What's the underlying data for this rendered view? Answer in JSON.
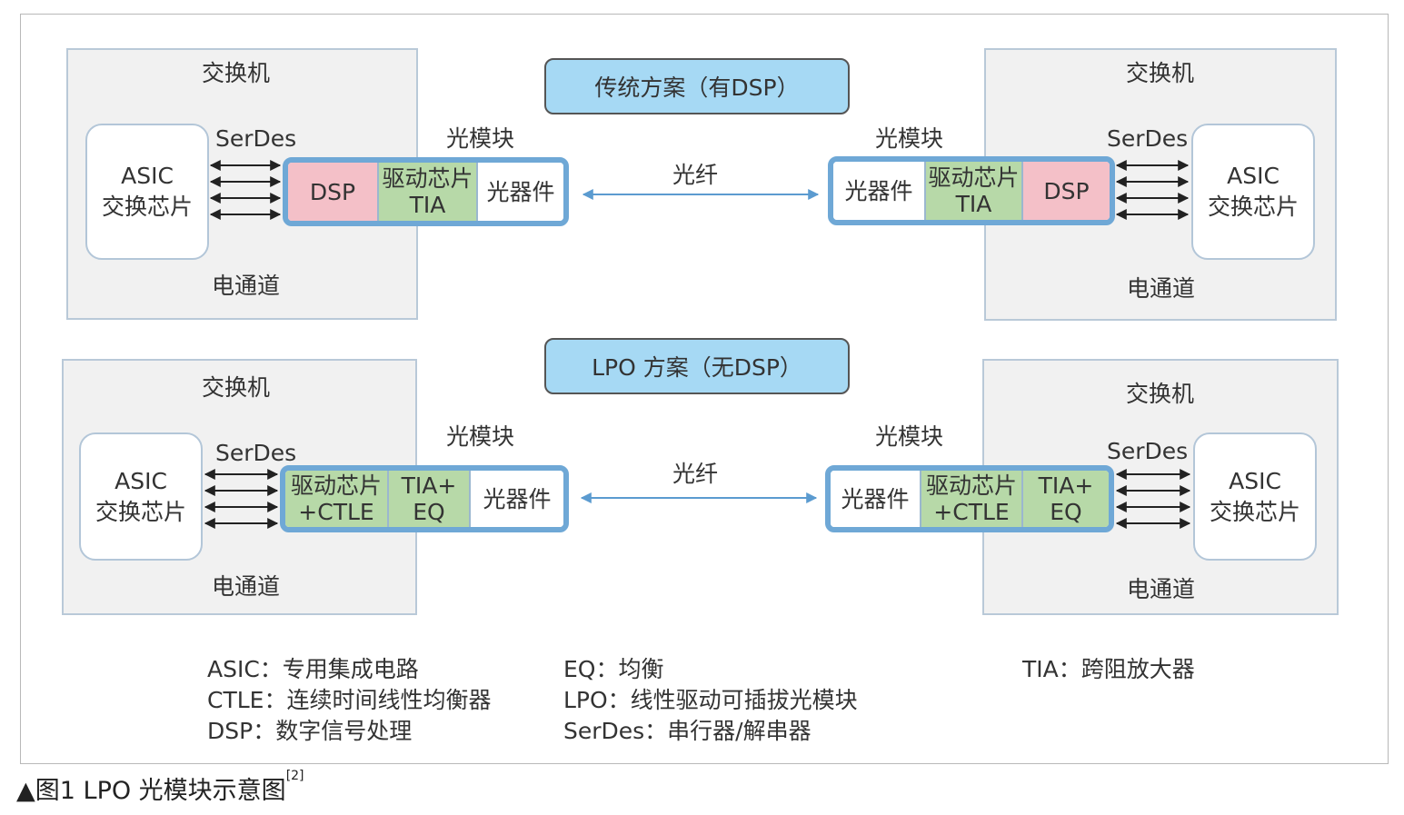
{
  "schemes": {
    "traditional": "传统方案（有DSP）",
    "lpo": "LPO 方案（无DSP）"
  },
  "labels": {
    "switch": "交换机",
    "asic_line1": "ASIC",
    "asic_line2": "交换芯片",
    "serdes": "SerDes",
    "electrical_channel": "电通道",
    "optical_module": "光模块",
    "fiber": "光纤"
  },
  "cells": {
    "dsp": "DSP",
    "driver_line1": "驱动芯片",
    "driver_line2": "TIA",
    "optics": "光器件",
    "driver_ctle_line1": "驱动芯片",
    "driver_ctle_line2": "+CTLE",
    "tia_eq_line1": "TIA+",
    "tia_eq_line2": "EQ"
  },
  "legend": {
    "asic": "ASIC：专用集成电路",
    "ctle": "CTLE：连续时间线性均衡器",
    "dsp": "DSP：数字信号处理",
    "eq": "EQ：均衡",
    "lpo": "LPO：线性驱动可插拔光模块",
    "serdes": "SerDes：串行器/解串器",
    "tia": "TIA：跨阻放大器"
  },
  "caption": {
    "text": "▲图1 LPO 光模块示意图",
    "ref": "[2]"
  },
  "colors": {
    "module_border": "#6fa8d6",
    "dsp_fill": "#f4c0c8",
    "driver_fill": "#b7d9a8",
    "scheme_fill": "#a6d9f4",
    "switch_fill": "#f1f1f1"
  }
}
